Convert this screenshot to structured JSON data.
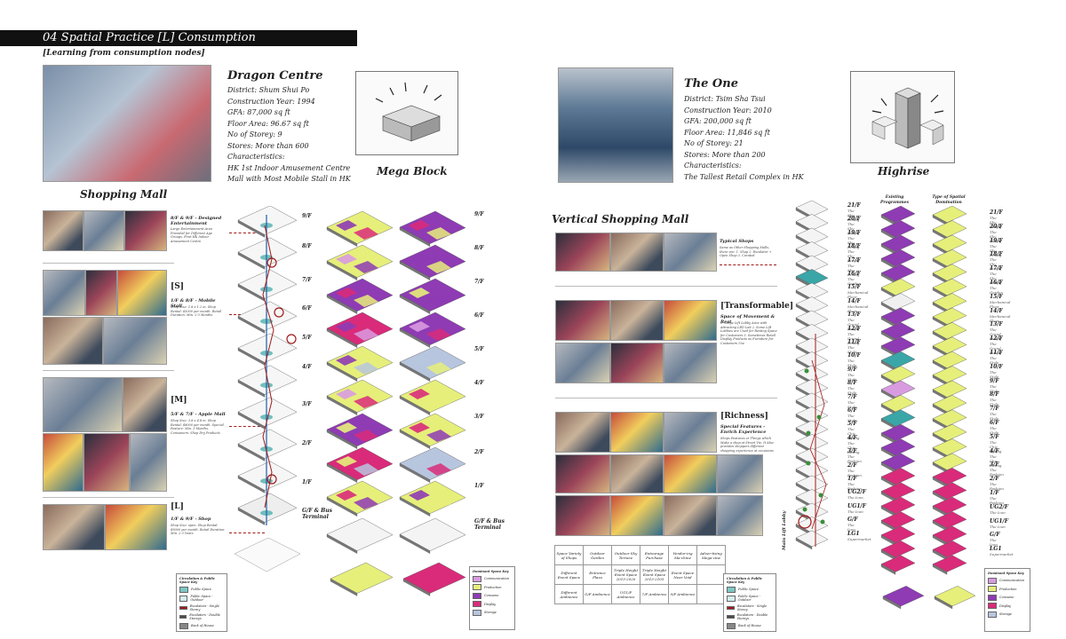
{
  "header": {
    "title": "04 Spatial Practice [L] Consumption",
    "subtitle": "[Learning from consumption nodes]"
  },
  "left": {
    "name": "Dragon Centre",
    "info": [
      "District: Shum Shui Po",
      "Construction Year: 1994",
      "GFA: 87,000 sq ft",
      "Floor Area: 96.67 sq ft",
      "No of Storey: 9",
      "Stores: More than 600",
      "Characteristics:",
      "HK 1st Indoor Amusement Centre",
      "Mall with Most Mobile Stall in HK"
    ],
    "typology_label": "Mega Block",
    "category_label": "Shopping Mall",
    "floors": [
      "9/F",
      "8/F",
      "7/F",
      "6/F",
      "5/F",
      "4/F",
      "3/F",
      "2/F",
      "1/F",
      "G/F & Bus Terminal"
    ],
    "floors_right": [
      "9/F",
      "8/F",
      "7/F",
      "6/F",
      "5/F",
      "4/F",
      "3/F",
      "2/F",
      "1/F",
      "G/F & Bus Terminal"
    ],
    "scale_sections": [
      {
        "bracket": "",
        "title": "8/F & 9/F - Designed Entertainment",
        "text": "Large Entertainment Area Provided for Different Age Groups. First HK Indoor Amusement Centre"
      },
      {
        "bracket": "[S]",
        "title": "1/F & 8/F - Mobile Stall",
        "text": "Shop Size: 1.8 x 1.2 m. Shop Rental: $5000 per month. Retail Duration: Min. 2-3 Months"
      },
      {
        "bracket": "[M]",
        "title": "5/F & 7/F - Apple Mall",
        "text": "Shop Size: 3.8 x 4.8 m. Shop Rental: $8000 per month. Special Feature: Min. 3 Months. Consumers: Shop Dry Products"
      },
      {
        "bracket": "[L]",
        "title": "1/F & 9/F - Shop",
        "text": "Shop Size: open. Shop Rental: $9000 per month. Retail Duration: Min. 2-3 Years"
      }
    ],
    "legend_circulation": {
      "title": "Circulation & Public Space Key",
      "items": [
        "Public Space",
        "Public Space - Outdoor",
        "Escalators - Single Storey",
        "Escalators - Double Storeys",
        "Back of House"
      ]
    },
    "legend_dominant": {
      "title": "Dominant Space Key",
      "items": [
        "Communication",
        "Production",
        "Consume",
        "Display",
        "Storage"
      ]
    }
  },
  "right": {
    "name": "The One",
    "info": [
      "District: Tsim Sha Tsui",
      "Construction Year: 2010",
      "GFA: 200,000 sq ft",
      "Floor Area: 11,846 sq ft",
      "No of Storey: 21",
      "Stores: More than 200",
      "Characteristics:",
      "The Tallest Retail Complex in HK"
    ],
    "typology_label": "Highrise",
    "category_label": "Vertical Shopping Mall",
    "column_heads": [
      "Existing Programmes",
      "Type of Spatial Domination"
    ],
    "floors": [
      {
        "f": "21/F",
        "s": "The Sky Dining"
      },
      {
        "f": "20/F",
        "s": "The Sky Dining"
      },
      {
        "f": "19/F",
        "s": "The Sky Dining"
      },
      {
        "f": "18/F",
        "s": "The Sky Dining"
      },
      {
        "f": "17/F",
        "s": "The Sky Dining"
      },
      {
        "f": "16/F",
        "s": "The Garden"
      },
      {
        "f": "15/F",
        "s": "Mechanical Floor"
      },
      {
        "f": "14/F",
        "s": "Mechanical Floor"
      },
      {
        "f": "13/F",
        "s": "The Grand Dining"
      },
      {
        "f": "12/F",
        "s": "The Grand Dining"
      },
      {
        "f": "11/F",
        "s": "The Style"
      },
      {
        "f": "10/F",
        "s": "The Style"
      },
      {
        "f": "9/F",
        "s": "The Style"
      },
      {
        "f": "8/F",
        "s": "The Style"
      },
      {
        "f": "7/F",
        "s": "The Style"
      },
      {
        "f": "6/F",
        "s": "The Style"
      },
      {
        "f": "5/F",
        "s": "The Chic Dining"
      },
      {
        "f": "4/F",
        "s": "The Chic Dining"
      },
      {
        "f": "3/F",
        "s": "The Fashion"
      },
      {
        "f": "2/F",
        "s": "The Fashion"
      },
      {
        "f": "1/F",
        "s": "The Fashion"
      },
      {
        "f": "UG2/F",
        "s": "The Icon"
      },
      {
        "f": "UG1/F",
        "s": "The Icon"
      },
      {
        "f": "G/F",
        "s": "The Icon"
      },
      {
        "f": "LG1",
        "s": "Supermarket"
      }
    ],
    "sections": [
      {
        "bracket": "",
        "title": "Typical Shops",
        "text": "Same as Other Shopping Malls, there are: 1. Shop 2. Escalator + Open Shop 3. Curated"
      },
      {
        "bracket": "[Transformable]",
        "title": "Space of Movement & Rest",
        "text": "1. Large Lift Lobby Area with Attracting LED Lab 2. Some Lift Lobbies are Used for Resting Space for Customers 3. Sometimes Retail Display Products as Furniture for Customers Use"
      },
      {
        "bracket": "[Richness]",
        "title": "Special Features - Enrich Experience",
        "text": "Shops Features or Things which Make a shop at Street Vie. It Also provides shoppers different shopping experience at occasions"
      }
    ],
    "vertical_label": "Main Lift Lobby",
    "table": [
      [
        "Space Variety of Shops",
        "Outdoor Garden",
        "Outdoor Sky Terrace",
        "Entourage Purchase",
        "Vendor-ing Ma-chine",
        "Adver-tising Mega-zine"
      ],
      [
        "Different Event Space",
        "Entrance Plaza",
        "Triple Height Event Space 2013-2020",
        "Triple Height Event Space 2013-2103",
        "Event Space Near Void",
        ""
      ],
      [
        "Different Ambience",
        "G/F Ambience",
        "UG1/F Ambience",
        "7/F Ambience",
        "9/F Ambience",
        ""
      ]
    ],
    "legend_circulation": {
      "title": "Circulation & Public Space Key",
      "items": [
        "Public Space",
        "Public Space - Outdoor",
        "Escalators - Single Storey",
        "Escalators - Double Storeys",
        "Back of House"
      ]
    },
    "legend_dominant": {
      "title": "Dominant Space Key",
      "items": [
        "Communication",
        "Production",
        "Consume",
        "Display",
        "Storage"
      ]
    }
  },
  "colors": {
    "accent": "#a01a1a",
    "communication": "#d89be0",
    "production": "#e6ef7a",
    "consume": "#8e3bb4",
    "display": "#d92b7a",
    "storage": "#b7c6de",
    "public": "#3aa6a8"
  }
}
